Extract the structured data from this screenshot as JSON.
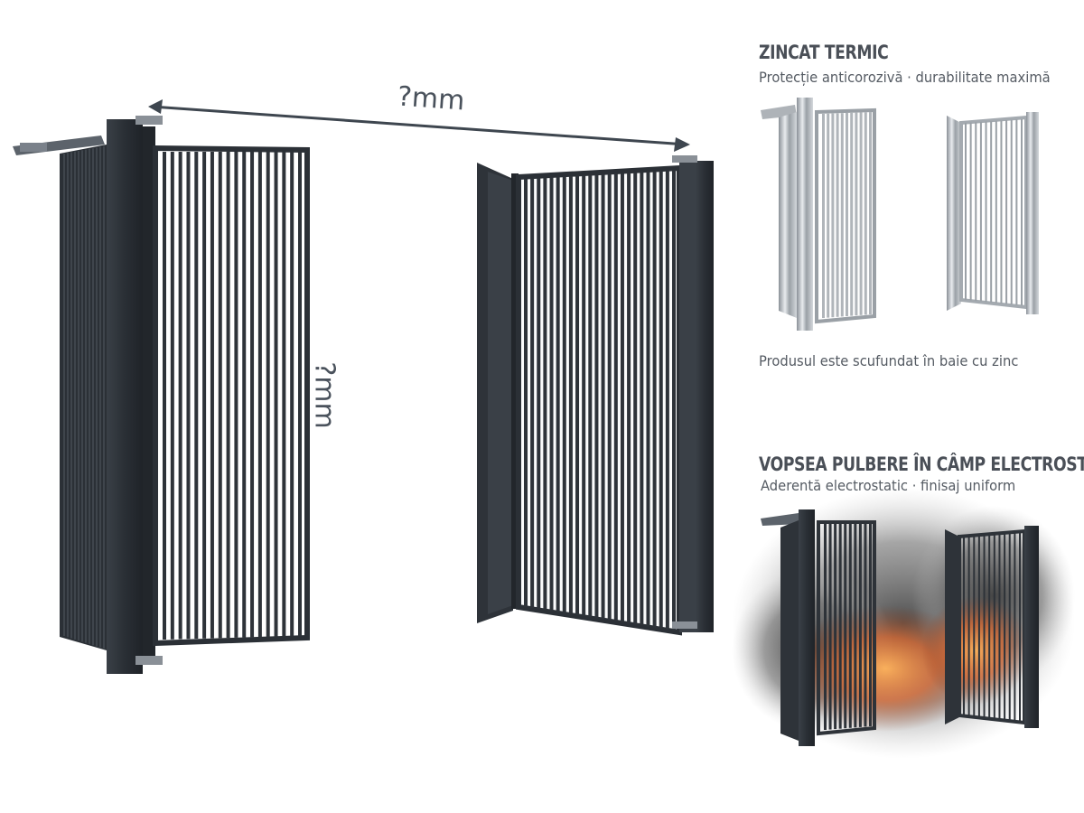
{
  "dimensions": {
    "width_label": "?mm",
    "height_label": "?mm"
  },
  "zinc_section": {
    "title": "ZINCAT TERMIC",
    "subtitle": "Protecție anticorozivă · durabilitate maximă",
    "caption": "Produsul este scufundat în baie cu zinc"
  },
  "powder_section": {
    "title": "VOPSEA PULBERE ÎN CÂMP ELECTROSTATIC",
    "subtitle": "Aderentă electrostatic · finisaj uniform"
  },
  "colors": {
    "anthracite": "#2e3339",
    "steel": "#b9bec4",
    "text": "#4a4f57",
    "fire": "#e07a2c"
  }
}
